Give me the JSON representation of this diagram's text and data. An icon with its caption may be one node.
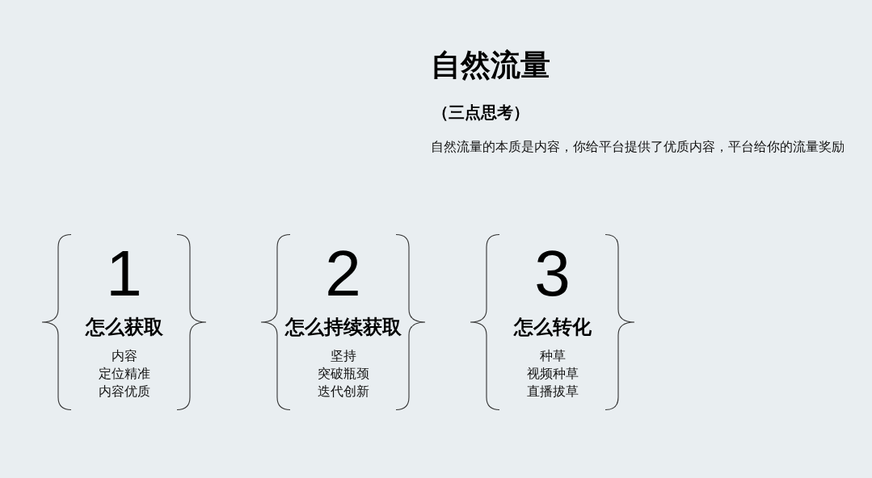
{
  "diagram": {
    "title": "自然流量",
    "nodes": [
      {
        "text": [
          "1",
          "怎么获取",
          "内容",
          "定位精准",
          "内容优质"
        ]
      },
      {
        "text": [
          "2",
          "怎么持续获取",
          "坚持",
          "突破瓶颈",
          "迭代创新"
        ]
      },
      {
        "text": [
          "3",
          "怎么转化",
          "种草",
          "视频种草",
          "直播拔草"
        ]
      }
    ],
    "labels": [
      "（三点思考）",
      "自然流量的本质是内容，你给平台提供了优质内容，平台给你的流量奖励"
    ]
  }
}
